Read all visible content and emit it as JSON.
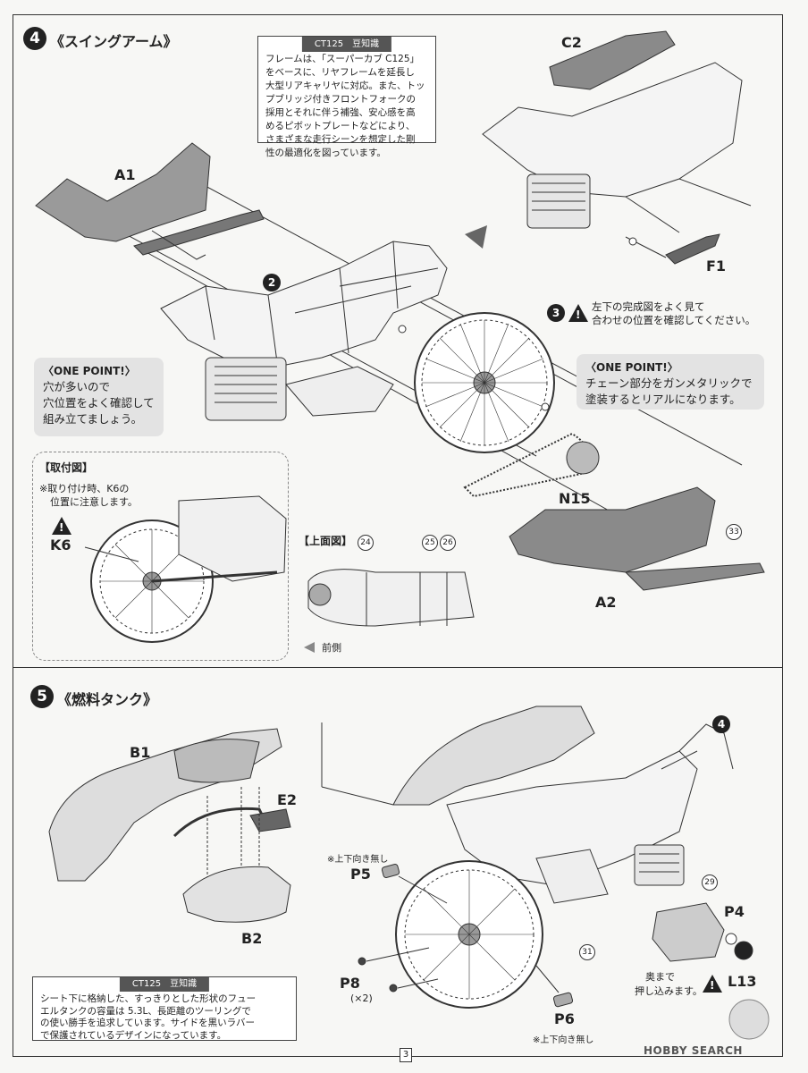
{
  "step4": {
    "number": "4",
    "title": "《スイングアーム》",
    "note_header": "CT125　豆知識",
    "note_lines": [
      "フレームは、「スーパーカブ C125」",
      "をベースに、リヤフレームを延長し",
      "大型リアキャリヤに対応。また、トッ",
      "プブリッジ付きフロントフォークの",
      "採用とそれに伴う補強、安心感を高",
      "めるピボットプレートなどにより、",
      "さまざまな走行シーンを想定した剛",
      "性の最適化を図っています。"
    ],
    "parts": {
      "a1": "A1",
      "a2": "A2",
      "c2": "C2",
      "f1": "F1",
      "n15": "N15",
      "k6": "K6"
    },
    "ref2": "2",
    "ref3": "3",
    "ref3_text_1": "左下の完成図をよく見て",
    "ref3_text_2": "合わせの位置を確認してください。",
    "onepoint_left": {
      "title": "〈ONE POINT!〉",
      "lines": [
        "穴が多いので",
        "穴位置をよく確認して",
        "組み立てましょう。"
      ]
    },
    "onepoint_right": {
      "title": "〈ONE POINT!〉",
      "lines": [
        "チェーン部分をガンメタリックで",
        "塗装するとリアルになります。"
      ]
    },
    "mount": {
      "title": "【取付図】",
      "note_1": "※取り付け時、K6の",
      "note_2": "位置に注意します。"
    },
    "top_view": {
      "title": "【上面図】",
      "front": "前側",
      "n24": "24",
      "n25": "25",
      "n26": "26"
    },
    "n33": "33"
  },
  "step5": {
    "number": "5",
    "title": "《燃料タンク》",
    "parts": {
      "b1": "B1",
      "b2": "B2",
      "e2": "E2",
      "p4": "P4",
      "p5": "P5",
      "p6": "P6",
      "p8": "P8",
      "p8_qty": "(×2)",
      "l13": "L13"
    },
    "ref4": "4",
    "n29": "29",
    "n31": "31",
    "p5_note": "※上下向き無し",
    "p6_note": "※上下向き無し",
    "push_1": "奥まで",
    "push_2": "押し込みます。",
    "note_header": "CT125　豆知識",
    "note_lines": [
      "シート下に格納した、すっきりとした形状のフュー",
      "エルタンクの容量は 5.3L、長距離のツーリングで",
      "の使い勝手を追求しています。サイドを黒いラバー",
      "で保護されているデザインになっています。"
    ]
  },
  "page_number": "3",
  "watermark": "HOBBY SEARCH",
  "colors": {
    "part_gray": "#8a8a8a",
    "line": "#333333",
    "bubble": "#e3e3e3"
  }
}
